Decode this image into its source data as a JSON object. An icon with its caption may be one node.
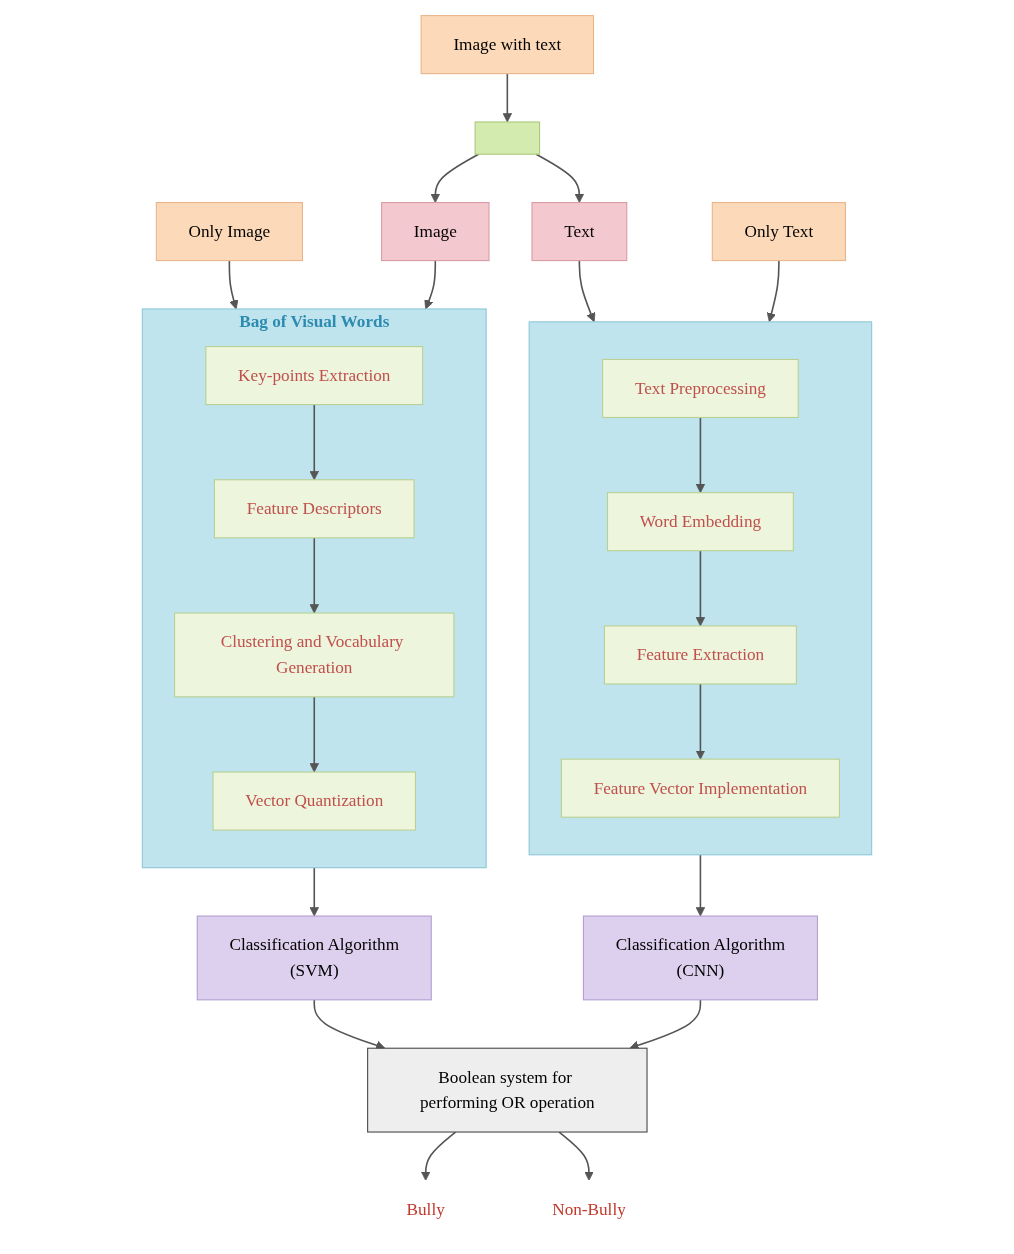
{
  "diagram": {
    "nodes": [
      {
        "text": [
          "Image with text"
        ]
      },
      {
        "text": [
          "Only Image"
        ]
      },
      {
        "text": [],
        "shape": "box"
      },
      {
        "text": [
          "Only Text"
        ]
      },
      {
        "text": [
          "Image"
        ]
      },
      {
        "text": [
          "Text"
        ]
      },
      {
        "text": [
          "Bag of Visual Words"
        ]
      },
      {
        "text": [
          "Key-points Extraction"
        ],
        "in": 6
      },
      {
        "text": [
          "Feature Descriptors"
        ],
        "in": 6
      },
      {
        "text": [
          "Clustering and Vocabulary Generation"
        ],
        "in": 6
      },
      {
        "text": [
          "Vector Quantization"
        ],
        "in": 6
      },
      {
        "text": [],
        "shape": "box"
      },
      {
        "text": [
          "Text Preprocessing"
        ],
        "in": 11
      },
      {
        "text": [
          "Word Embedding"
        ],
        "in": 11
      },
      {
        "text": [
          "Feature Extraction"
        ],
        "in": 11
      },
      {
        "text": [
          "Feature Vector Implementation"
        ],
        "in": 11
      },
      {
        "text": [
          "Classification Algorithm",
          "(SVM)"
        ]
      },
      {
        "text": [
          "Classification Algorithm",
          "(CNN)"
        ]
      },
      {
        "text": [
          "Boolean system for performing OR operation"
        ]
      },
      {
        "text": [
          "Bully"
        ]
      },
      {
        "text": [
          "Non-Bully"
        ]
      }
    ],
    "edges": [
      {
        "from": 0,
        "to": 2,
        "arrow": "to"
      },
      {
        "from": 2,
        "to": 4,
        "arrow": "to"
      },
      {
        "from": 2,
        "to": 5,
        "arrow": "to"
      },
      {
        "from": 1,
        "to": 6,
        "arrow": "to"
      },
      {
        "from": 4,
        "to": 6,
        "arrow": "to"
      },
      {
        "from": 5,
        "to": 11,
        "arrow": "to"
      },
      {
        "from": 3,
        "to": 11,
        "arrow": "to"
      },
      {
        "from": 7,
        "to": 8,
        "arrow": "to"
      },
      {
        "from": 8,
        "to": 9,
        "arrow": "to"
      },
      {
        "from": 9,
        "to": 10,
        "arrow": "to"
      },
      {
        "from": 12,
        "to": 13,
        "arrow": "to"
      },
      {
        "from": 13,
        "to": 14,
        "arrow": "to"
      },
      {
        "from": 14,
        "to": 15,
        "arrow": "to"
      },
      {
        "from": 6,
        "to": 16,
        "arrow": "to"
      },
      {
        "from": 11,
        "to": 17,
        "arrow": "to"
      },
      {
        "from": 16,
        "to": 18,
        "arrow": "to"
      },
      {
        "from": 17,
        "to": 18,
        "arrow": "to"
      },
      {
        "from": 18,
        "to": 19,
        "arrow": "to"
      },
      {
        "from": 18,
        "to": 20,
        "arrow": "to"
      }
    ]
  }
}
